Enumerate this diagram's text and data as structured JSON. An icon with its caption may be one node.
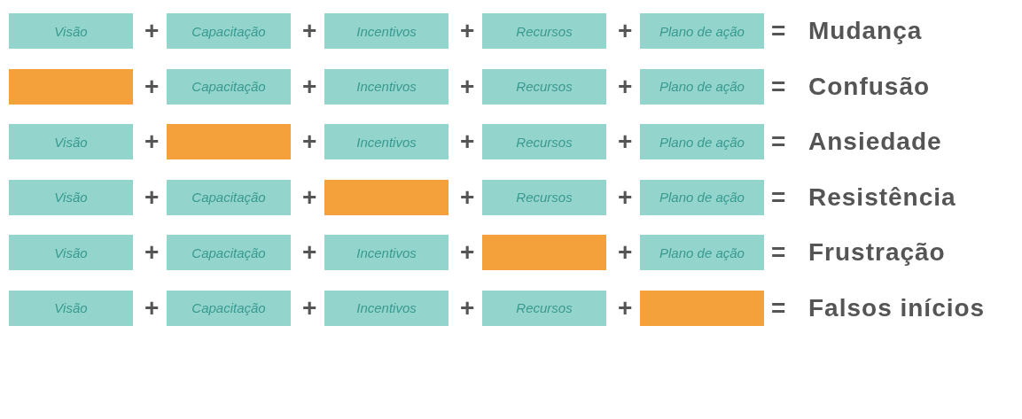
{
  "diagram": {
    "nodes": [
      {
        "text": [
          "Visão"
        ]
      },
      {
        "text": [
          "Capacitação"
        ]
      },
      {
        "text": [
          "Incentivos"
        ]
      },
      {
        "text": [
          "Recursos"
        ]
      },
      {
        "text": [
          "Plano de ação"
        ]
      },
      {
        "text": [],
        "shape": "box"
      },
      {
        "text": [
          "Capacitação"
        ]
      },
      {
        "text": [
          "Incentivos"
        ]
      },
      {
        "text": [
          "Recursos"
        ]
      },
      {
        "text": [
          "Plano de ação"
        ]
      },
      {
        "text": [
          "Visão"
        ]
      },
      {
        "text": [],
        "shape": "box"
      },
      {
        "text": [
          "Incentivos"
        ]
      },
      {
        "text": [
          "Recursos"
        ]
      },
      {
        "text": [
          "Plano de ação"
        ]
      },
      {
        "text": [
          "Visão"
        ]
      },
      {
        "text": [
          "Capacitação"
        ]
      },
      {
        "text": [],
        "shape": "box"
      },
      {
        "text": [
          "Recursos"
        ]
      },
      {
        "text": [
          "Plano de ação"
        ]
      },
      {
        "text": [
          "Visão"
        ]
      },
      {
        "text": [
          "Capacitação"
        ]
      },
      {
        "text": [
          "Incentivos"
        ]
      },
      {
        "text": [],
        "shape": "box"
      },
      {
        "text": [
          "Plano de ação"
        ]
      },
      {
        "text": [
          "Visão"
        ]
      },
      {
        "text": [
          "Capacitação"
        ]
      },
      {
        "text": [
          "Incentivos"
        ]
      },
      {
        "text": [
          "Recursos"
        ]
      },
      {
        "text": [],
        "shape": "box"
      }
    ],
    "labels": [
      "+",
      "+",
      "+",
      "+",
      "=",
      "Mudança",
      "+",
      "+",
      "+",
      "+",
      "=",
      "Confusão",
      "+",
      "+",
      "+",
      "+",
      "=",
      "Ansiedade",
      "+",
      "+",
      "+",
      "+",
      "=",
      "Resistência",
      "+",
      "+",
      "+",
      "+",
      "=",
      "Frustração",
      "+",
      "+",
      "+",
      "+",
      "=",
      "Falsos inícios"
    ]
  }
}
